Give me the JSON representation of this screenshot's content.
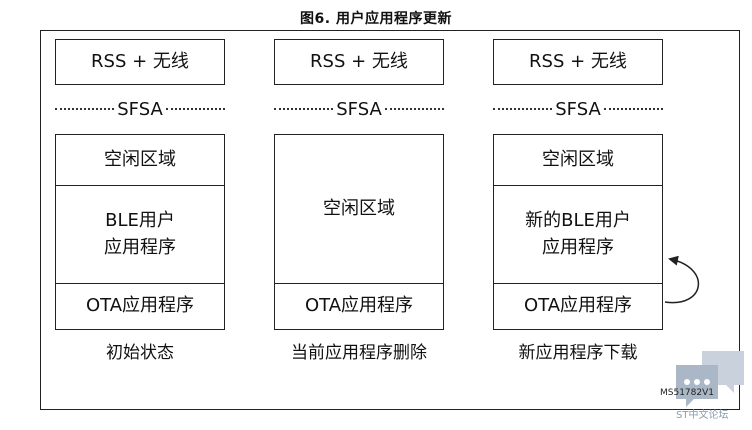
{
  "title": "图6. 用户应用程序更新",
  "columns": [
    {
      "top": "RSS + 无线",
      "sfsa": "SFSA",
      "cells": [
        "空闲区域",
        "BLE用户\n应用程序",
        "OTA应用程序"
      ],
      "caption": "初始状态"
    },
    {
      "top": "RSS + 无线",
      "sfsa": "SFSA",
      "cells": [
        "空闲区域",
        "OTA应用程序"
      ],
      "caption": "当前应用程序删除"
    },
    {
      "top": "RSS + 无线",
      "sfsa": "SFSA",
      "cells": [
        "空闲区域",
        "新的BLE用户\n应用程序",
        "OTA应用程序"
      ],
      "caption": "新应用程序下载"
    }
  ],
  "figure_code": "MS51782V1",
  "watermark_text": "ST中文论坛",
  "colors": {
    "line": "#222222",
    "watermark": "#8a9cb0"
  }
}
